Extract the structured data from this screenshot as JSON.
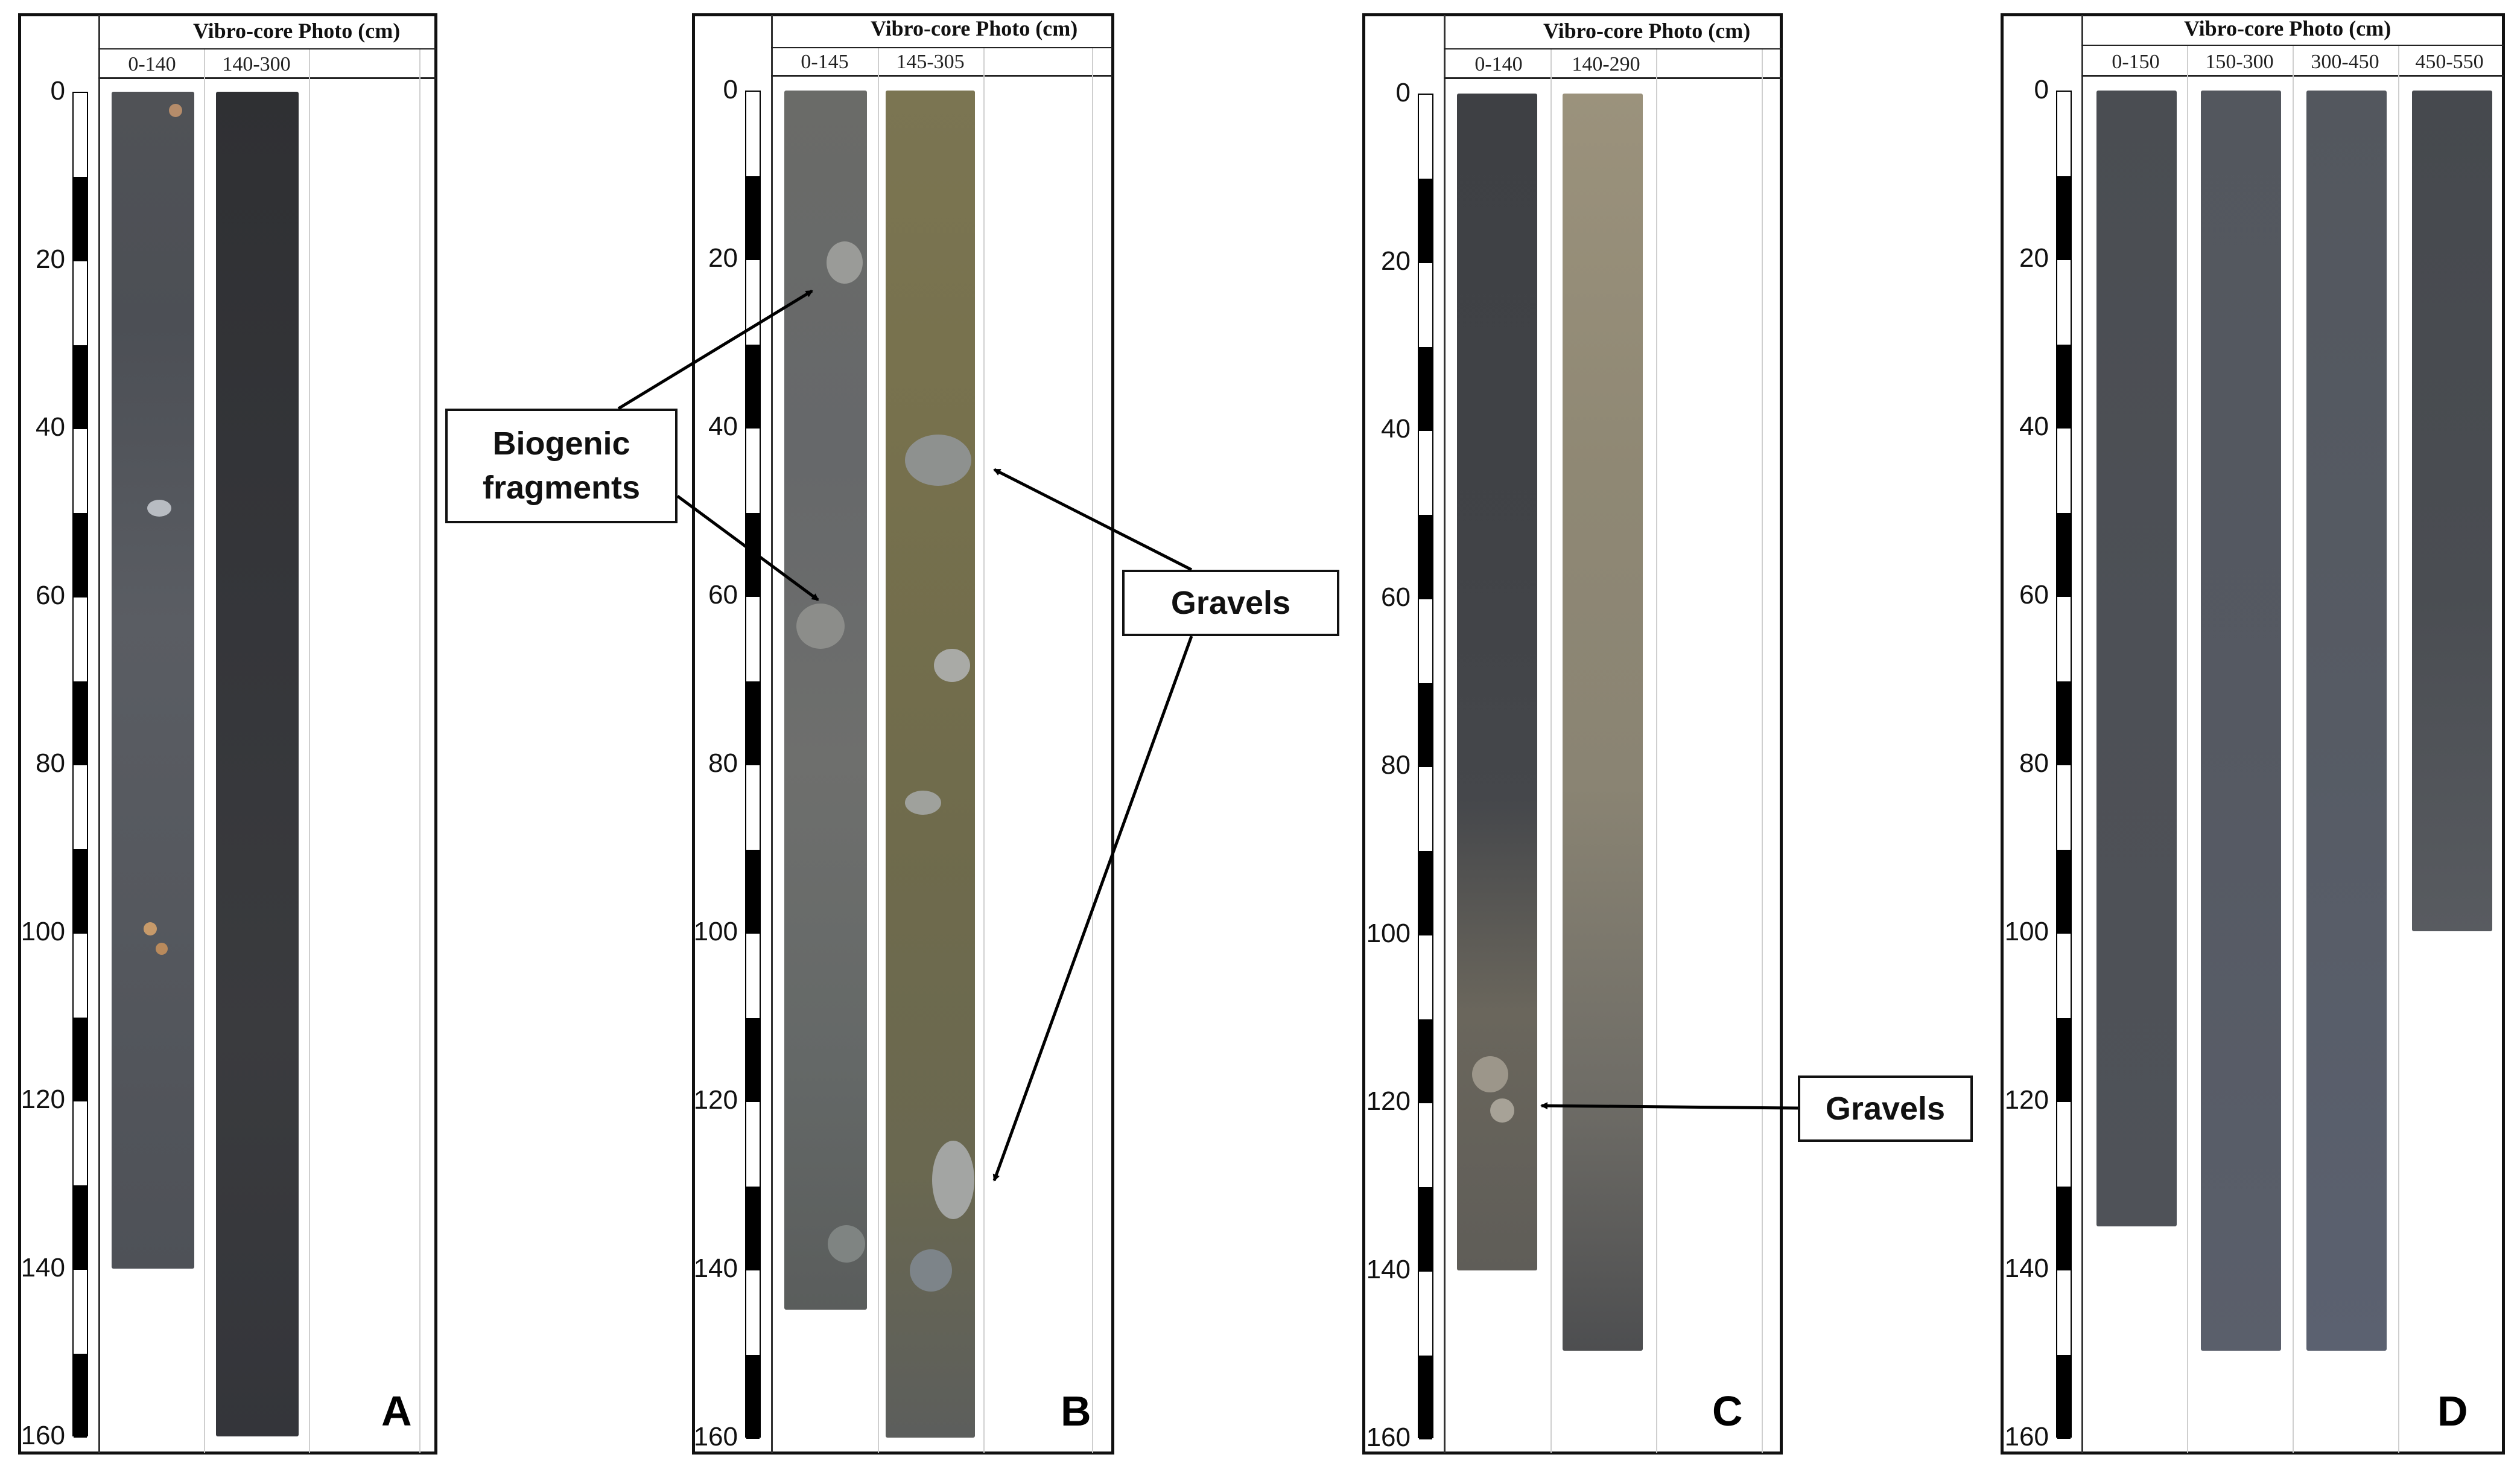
{
  "figure": {
    "header_title": "Vibro-core Photo (cm)",
    "depth_ticks": [
      "0",
      "20",
      "40",
      "60",
      "80",
      "100",
      "120",
      "140",
      "160"
    ],
    "panels": [
      {
        "letter": "A",
        "ranges": [
          "0-140",
          "140-300"
        ]
      },
      {
        "letter": "B",
        "ranges": [
          "0-145",
          "145-305"
        ]
      },
      {
        "letter": "C",
        "ranges": [
          "0-140",
          "140-290"
        ]
      },
      {
        "letter": "D",
        "ranges": [
          "0-150",
          "150-300",
          "300-450",
          "450-550"
        ]
      }
    ],
    "callouts": {
      "biogenic": "Biogenic fragments",
      "gravels_b": "Gravels",
      "gravels_c": "Gravels"
    }
  },
  "colors": {
    "core_dark_gray": "#4a4c50",
    "core_black": "#2c2d30",
    "core_olive": "#6f6a48",
    "core_tan": "#8c8470",
    "core_slate": "#4d5157",
    "core_blue_slate": "#555a66"
  }
}
